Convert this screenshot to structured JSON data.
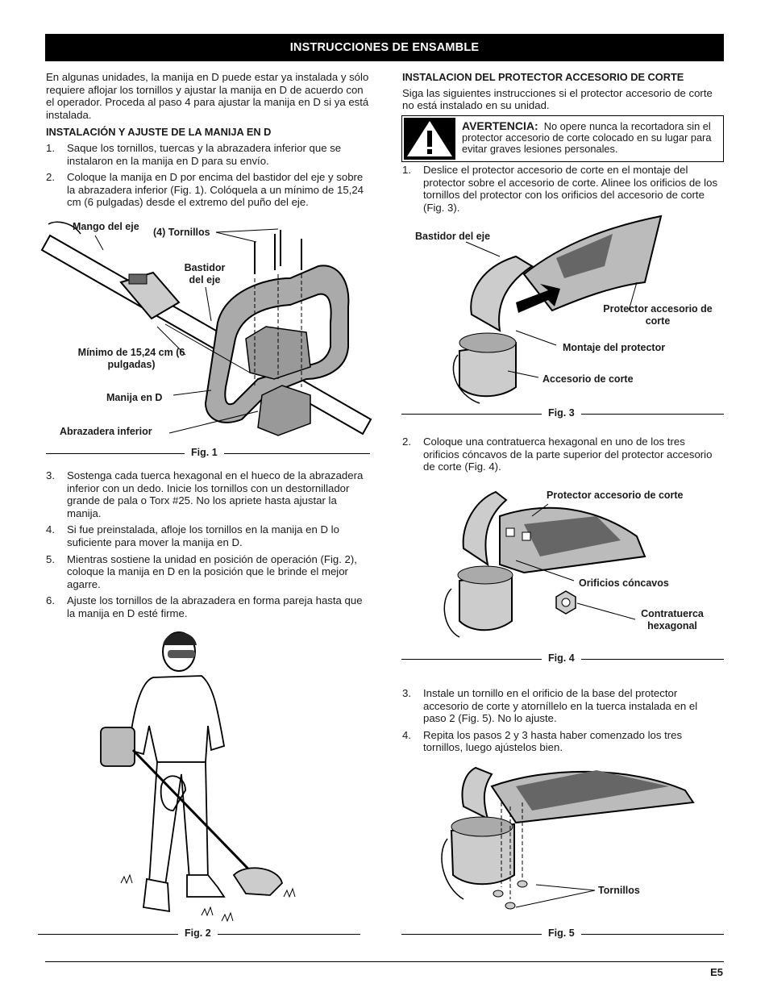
{
  "header": {
    "title": "INSTRUCCIONES DE ENSAMBLE"
  },
  "left": {
    "intro": "En algunas unidades, la manija en D puede estar ya instalada y sólo requiere aflojar los tornillos y ajustar la manija en D de acuerdo con el operador. Proceda al paso 4 para ajustar la manija en D si ya está instalada.",
    "subtitle": "INSTALACIÓN Y AJUSTE DE LA MANIJA EN D",
    "steps_a": [
      {
        "n": "1.",
        "text": "Saque los tornillos, tuercas y la abrazadera inferior que se instalaron en la manija en D para su envío."
      },
      {
        "n": "2.",
        "text": "Coloque la manija en D por encima del bastidor del eje y sobre la abrazadera inferior (Fig. 1). Colóquela a un mínimo de 15,24 cm (6 pulgadas) desde el extremo del puño del eje."
      }
    ],
    "steps_b": [
      {
        "n": "3.",
        "text": "Sostenga cada tuerca hexagonal en el hueco de la abrazadera inferior con un dedo. Inicie los tornillos con un destornillador grande de pala o Torx #25. No los apriete hasta ajustar la manija."
      },
      {
        "n": "4.",
        "text": "Si fue preinstalada, afloje los tornillos en la manija en D lo suficiente para mover la manija en D."
      },
      {
        "n": "5.",
        "text": "Mientras sostiene la unidad en posición de operación (Fig. 2), coloque la manija en D en la posición que le brinde el mejor agarre."
      },
      {
        "n": "6.",
        "text": "Ajuste los tornillos de la abrazadera en forma pareja hasta que la manija en D esté firme."
      }
    ]
  },
  "fig1": {
    "caption": "Fig. 1",
    "labels": {
      "mango": "Mango del eje",
      "tornillos": "(4) Tornillos",
      "bastidor": "Bastidor del eje",
      "minimo": "Mínimo de 15,24 cm (6 pulgadas)",
      "manija": "Manija en D",
      "abrazadera": "Abrazadera inferior"
    }
  },
  "fig2": {
    "caption": "Fig. 2"
  },
  "right": {
    "subtitle": "INSTALACION DEL PROTECTOR ACCESORIO DE CORTE",
    "intro": "Siga las siguientes instrucciones si el protector accesorio de corte no está instalado en su unidad.",
    "warning": {
      "title": "AVERTENCIA:",
      "text": "No opere nunca la recortadora sin el protector accesorio de corte colocado en su lugar para evitar graves lesiones personales."
    },
    "step1": {
      "n": "1.",
      "text": "Deslice el protector accesorio de corte en el montaje del protector sobre el accesorio de corte. Alinee los orificios de los tornillos del protector con los orificios del accesorio de corte (Fig. 3)."
    },
    "step2": {
      "n": "2.",
      "text": "Coloque una contratuerca hexagonal en uno de los tres orificios cóncavos de la parte superior del protector accesorio de corte (Fig. 4)."
    },
    "steps_c": [
      {
        "n": "3.",
        "text": "Instale un tornillo en el orificio de la base del protector accesorio de corte y atorníllelo en la tuerca instalada en el paso 2 (Fig. 5). No lo ajuste."
      },
      {
        "n": "4.",
        "text": "Repita los pasos 2 y 3 hasta haber comenzado los tres tornillos, luego ajústelos bien."
      }
    ]
  },
  "fig3": {
    "caption": "Fig. 3",
    "labels": {
      "bastidor": "Bastidor del eje",
      "protector": "Protector accesorio de corte",
      "montaje": "Montaje del protector",
      "accesorio": "Accesorio de corte"
    }
  },
  "fig4": {
    "caption": "Fig. 4",
    "labels": {
      "protector": "Protector accesorio de corte",
      "orificios": "Orificios cóncavos",
      "contratuerca": "Contratuerca hexagonal"
    }
  },
  "fig5": {
    "caption": "Fig. 5",
    "labels": {
      "tornillos": "Tornillos"
    }
  },
  "footer": {
    "page": "E5"
  }
}
